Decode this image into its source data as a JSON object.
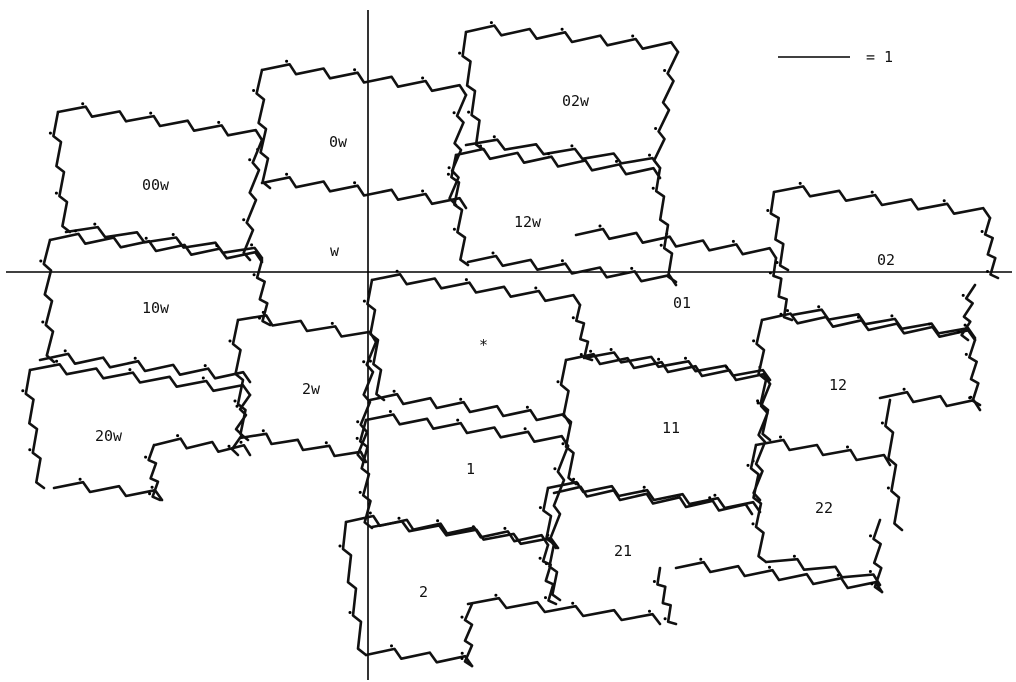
{
  "legend": {
    "text": "= 1"
  },
  "tiles": [
    {
      "label": "02w"
    },
    {
      "label": "0w"
    },
    {
      "label": "00w"
    },
    {
      "label": "12w"
    },
    {
      "label": "w"
    },
    {
      "label": "02"
    },
    {
      "label": "10w"
    },
    {
      "label": "01"
    },
    {
      "label": "*"
    },
    {
      "label": "2w"
    },
    {
      "label": "12"
    },
    {
      "label": "20w"
    },
    {
      "label": "11"
    },
    {
      "label": "1"
    },
    {
      "label": "22"
    },
    {
      "label": "21"
    },
    {
      "label": "2"
    }
  ]
}
